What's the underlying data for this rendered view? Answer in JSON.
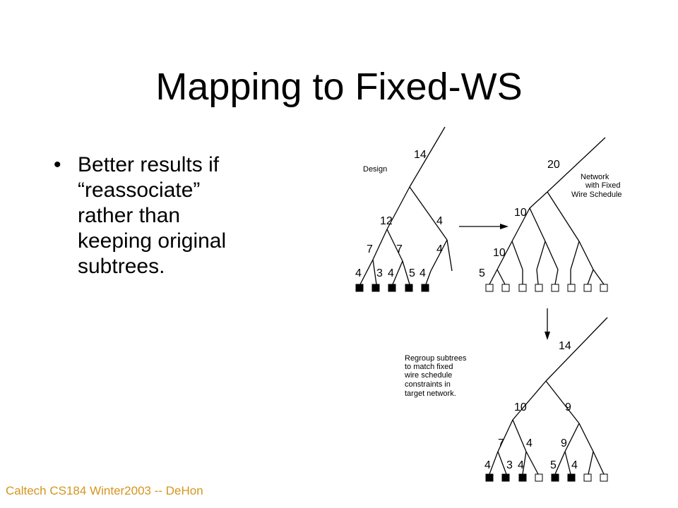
{
  "slide": {
    "title": "Mapping to Fixed-WS",
    "bullets": [
      {
        "marker": "•",
        "lines": [
          "Better results if",
          "“reassociate”",
          "rather than",
          "keeping original",
          "subtrees."
        ]
      }
    ],
    "footer": "Caltech CS184 Winter2003 -- DeHon"
  },
  "diagram": {
    "design_tree": {
      "caption": "Design",
      "labels": {
        "root": "14",
        "left": "12",
        "right": "4",
        "ll": "7",
        "lr": "7",
        "rr": "4",
        "leaf1": "4",
        "leaf2": "3",
        "leaf3": "4",
        "leaf4": "5",
        "leaf5": "4"
      }
    },
    "network_tree": {
      "caption": [
        "Network",
        "with Fixed",
        "Wire Schedule"
      ],
      "labels": {
        "root": "20",
        "level1": "10",
        "level2": "10",
        "level3": "5"
      }
    },
    "regrouped_tree": {
      "caption": [
        "Regroup subtrees",
        "to match fixed",
        "wire schedule",
        "constraints in",
        "target network."
      ],
      "labels": {
        "root": "14",
        "left": "10",
        "right": "9",
        "ll": "7",
        "lr": "4",
        "rl": "9",
        "leaf1": "4",
        "leaf2": "3",
        "leaf3": "4",
        "leaf4": "5",
        "leaf5": "4"
      }
    },
    "colors": {
      "footer": "#d4951f",
      "filled_node": "#000000",
      "empty_node": "#ffffff"
    }
  }
}
